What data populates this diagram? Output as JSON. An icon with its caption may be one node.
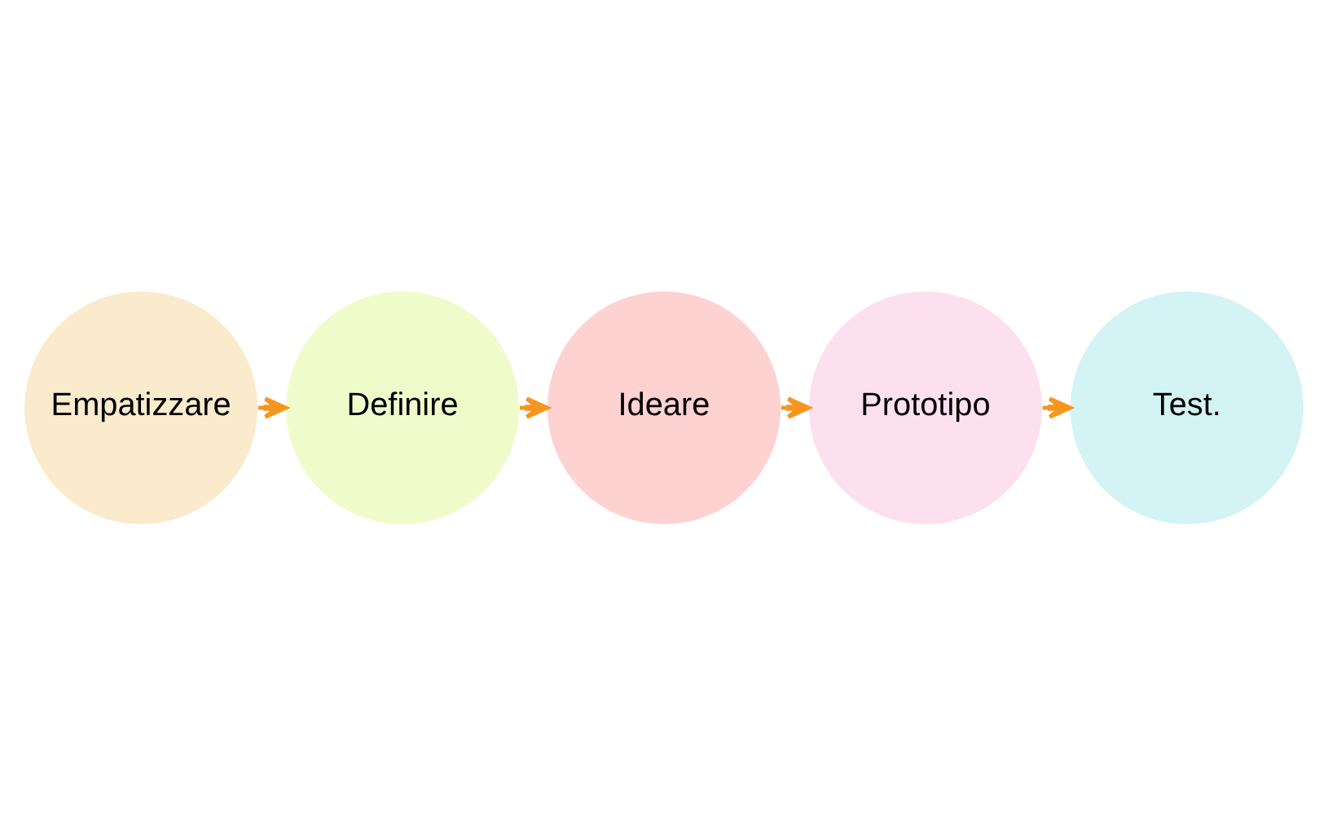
{
  "diagram": {
    "nodes": [
      {
        "text": [
          "Empatizzare"
        ]
      },
      {
        "text": [
          "Definire"
        ]
      },
      {
        "text": [
          "Ideare"
        ]
      },
      {
        "text": [
          "Prototipo"
        ]
      },
      {
        "text": [
          "Test."
        ]
      }
    ],
    "edges": [
      {
        "from": 0,
        "to": 1,
        "arrow": "to"
      },
      {
        "from": 1,
        "to": 2,
        "arrow": "to"
      },
      {
        "from": 2,
        "to": 3,
        "arrow": "to"
      },
      {
        "from": 3,
        "to": 4,
        "arrow": "to"
      }
    ]
  }
}
